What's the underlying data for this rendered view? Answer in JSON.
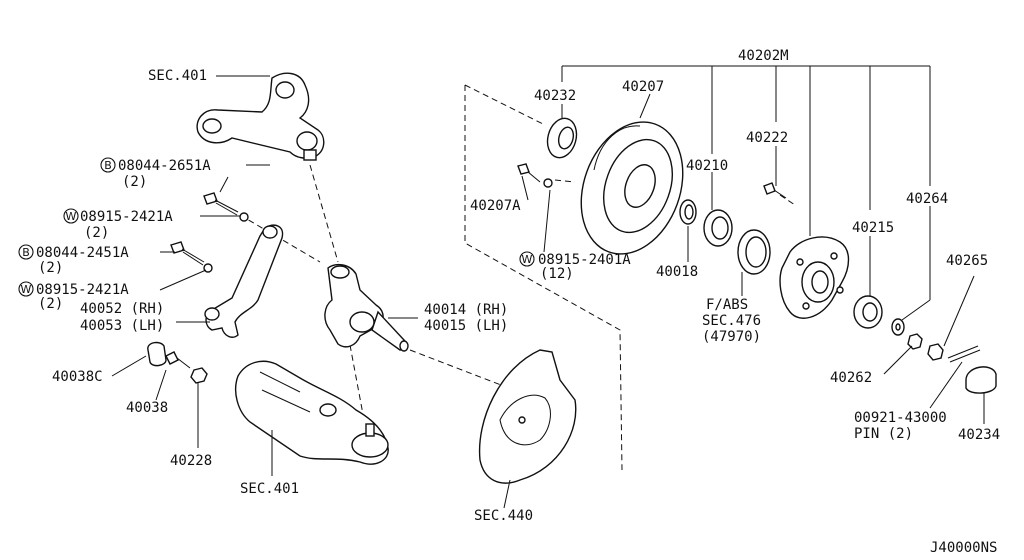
{
  "diagram_code": "J40000NS",
  "labels": {
    "sec401_top": "SEC.401",
    "sec401_bottom": "SEC.401",
    "sec440": "SEC.440",
    "b_08044_2651a": "08044-2651A",
    "b_08044_2651a_qty": "(2)",
    "w_08915_2421a_1": "08915-2421A",
    "w_08915_2421a_1_qty": "(2)",
    "b_08044_2451a": "08044-2451A",
    "b_08044_2451a_qty": "(2)",
    "w_08915_2421a_2": "08915-2421A",
    "w_08915_2421a_2_qty": "(2)",
    "p40052": "40052 (RH)",
    "p40053": "40053 (LH)",
    "p40038c": "40038C",
    "p40038": "40038",
    "p40228": "40228",
    "p40014": "40014 (RH)",
    "p40015": "40015 (LH)",
    "p40202m": "40202M",
    "p40232": "40232",
    "p40207": "40207",
    "p40207a": "40207A",
    "w_08915_2401a": "08915-2401A",
    "w_08915_2401a_qty": "(12)",
    "p40210": "40210",
    "p40018": "40018",
    "p40222": "40222",
    "fabs": "F/ABS",
    "sec476": "SEC.476",
    "p47970": "(47970)",
    "p40215": "40215",
    "p40264": "40264",
    "p40265": "40265",
    "p40262": "40262",
    "p00921": "00921-43000",
    "pin": "PIN (2)",
    "p40234": "40234"
  },
  "badges": {
    "b": "B",
    "w": "W"
  }
}
